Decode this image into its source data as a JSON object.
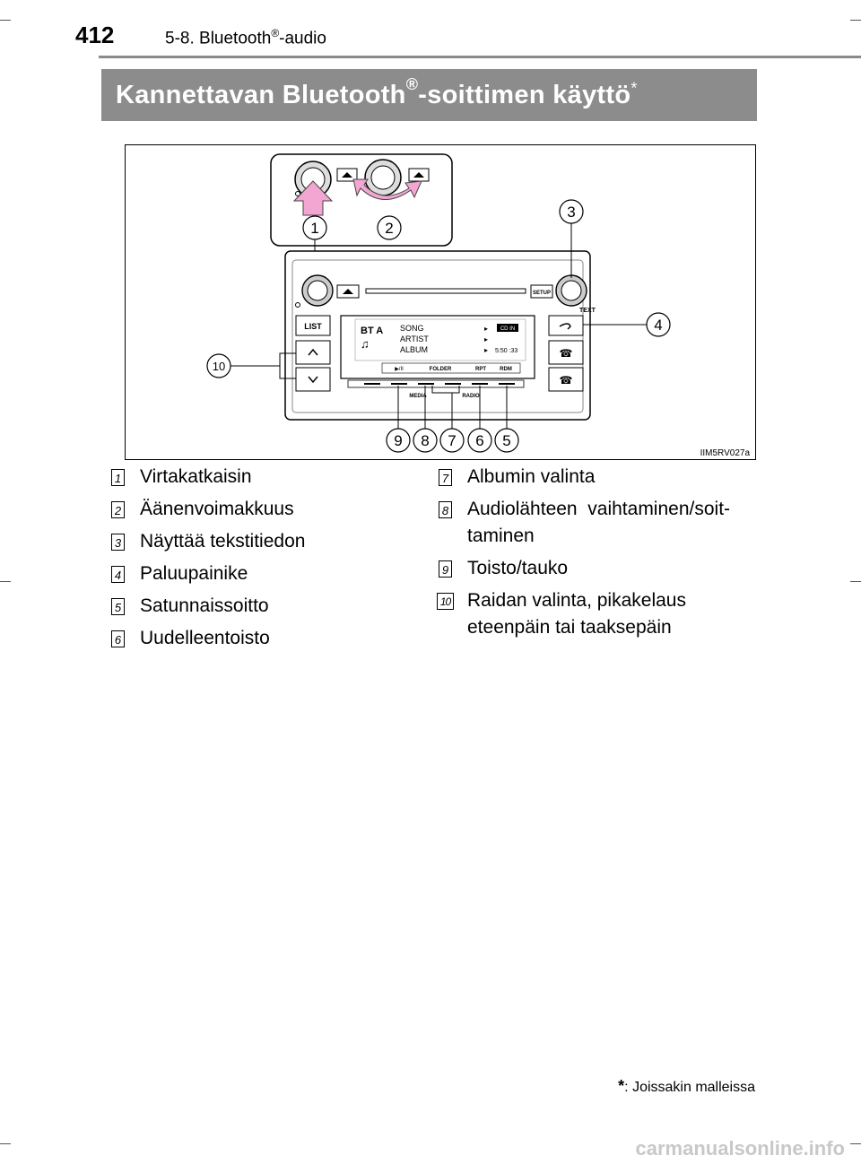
{
  "header": {
    "page_number": "412",
    "section_prefix": "5-8. Bluetooth",
    "section_reg": "®",
    "section_suffix": "-audio"
  },
  "title": {
    "main": "Kannettavan Bluetooth",
    "reg": "®",
    "suffix": "-soittimen käyttö",
    "asterisk": "*"
  },
  "figure": {
    "code": "IIM5RV027a",
    "callouts": [
      "1",
      "2",
      "3",
      "4",
      "5",
      "6",
      "7",
      "8",
      "9",
      "10"
    ],
    "button_labels": {
      "list": "LIST",
      "setup": "SETUP",
      "text": "TEXT",
      "media": "MEDIA",
      "radio": "RADIO",
      "rpt": "RPT",
      "rdm": "RDM",
      "folder": "FOLDER",
      "play_pause": "▶/II"
    },
    "display": {
      "source": "BT A",
      "song": "SONG",
      "artist": "ARTIST",
      "album": "ALBUM",
      "cd_in": "CD IN",
      "time": "5:50 :33"
    }
  },
  "legend": {
    "left": [
      {
        "num": "1",
        "text": "Virtakatkaisin"
      },
      {
        "num": "2",
        "text": "Äänenvoimakkuus"
      },
      {
        "num": "3",
        "text": "Näyttää tekstitiedon"
      },
      {
        "num": "4",
        "text": "Paluupainike"
      },
      {
        "num": "5",
        "text": "Satunnaissoitto"
      },
      {
        "num": "6",
        "text": "Uudelleentoisto"
      }
    ],
    "right": [
      {
        "num": "7",
        "text": "Albumin valinta"
      },
      {
        "num": "8",
        "text": "Audiolähteen  vaihtaminen/soit-",
        "text2": "taminen"
      },
      {
        "num": "9",
        "text": "Toisto/tauko"
      },
      {
        "num": "10",
        "text": "Raidan valinta, pikakelaus",
        "text2": "eteenpäin tai taaksepäin"
      }
    ]
  },
  "footnote": {
    "symbol": "*",
    "text": ": Joissakin malleissa"
  },
  "watermark": "carmanualsonline.info"
}
